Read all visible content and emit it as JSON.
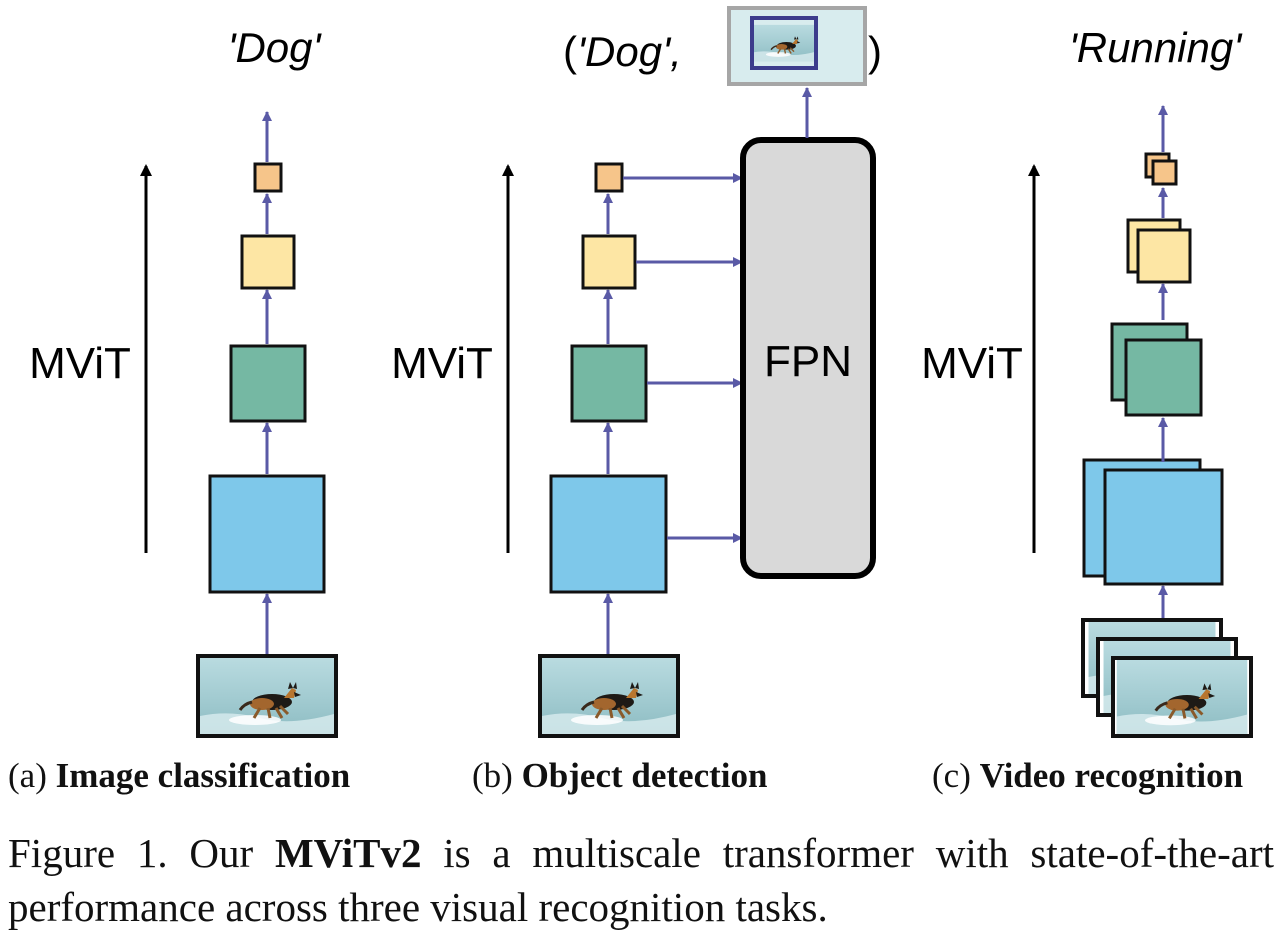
{
  "colors": {
    "arrow": "#5a5aa6",
    "blue_stage": "#7ec8ea",
    "green_stage": "#75b8a3",
    "yellow_stage": "#fde6a4",
    "orange_stage": "#f6c58a",
    "fpn_fill": "#d9d9d9",
    "frame_border": "#a6a6a6",
    "box_border": "#3c3c8c"
  },
  "panels": [
    {
      "id": "a",
      "axis_label": "MViT",
      "output_label": "'Dog'",
      "caption_prefix": "(a)",
      "caption_title": "Image classification"
    },
    {
      "id": "b",
      "axis_label": "MViT",
      "output_prefix": "(",
      "output_label": "'Dog',",
      "output_suffix": ")",
      "fpn_label": "FPN",
      "caption_prefix": "(b)",
      "caption_title": "Object detection"
    },
    {
      "id": "c",
      "axis_label": "MViT",
      "output_label": "'Running'",
      "caption_prefix": "(c)",
      "caption_title": "Video recognition"
    }
  ],
  "figure_caption": {
    "prefix": "Figure 1.  Our ",
    "model_name": "MViTv2",
    "rest": " is a multiscale transformer with state-of-the-art performance across three visual recognition tasks."
  }
}
